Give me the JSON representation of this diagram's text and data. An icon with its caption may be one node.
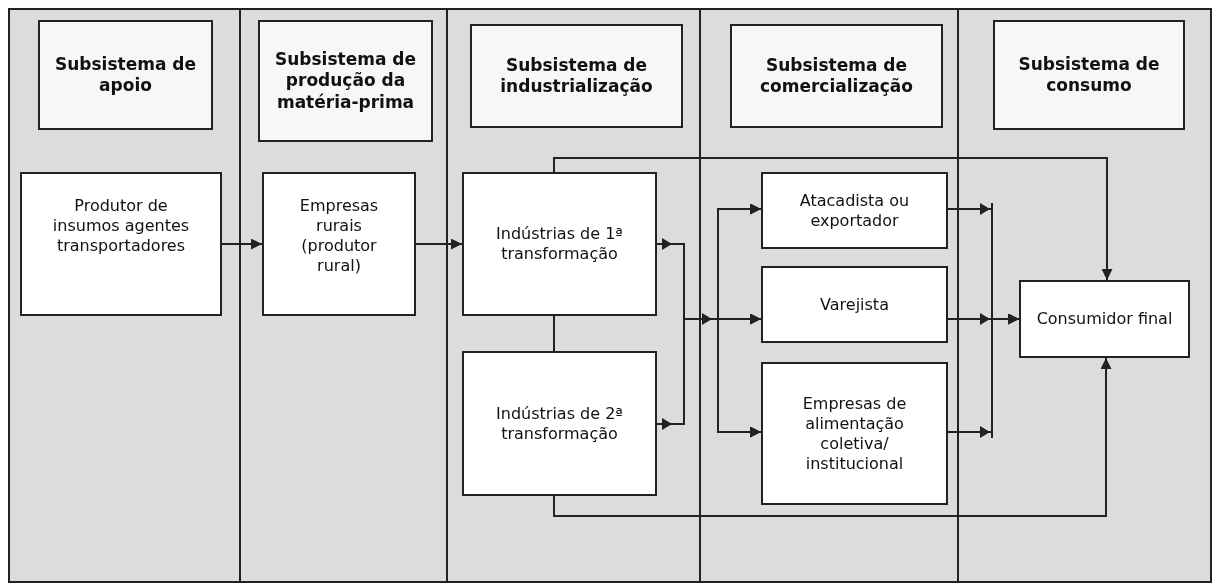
{
  "diagram": {
    "nodes": [
      {
        "text": [
          "Subsistema de apoio"
        ]
      },
      {
        "text": [
          "Subsistema de produção da matéria-prima"
        ]
      },
      {
        "text": [
          "Subsistema de industrialização"
        ]
      },
      {
        "text": [
          "Subsistema de comercialização"
        ]
      },
      {
        "text": [
          "Subsistema de consumo"
        ]
      },
      {
        "text": [
          "Produtor de insumos agentes transportadores"
        ]
      },
      {
        "text": [
          "Empresas rurais (produtor rural)"
        ]
      },
      {
        "text": [
          "Indústrias de 1ª transformação"
        ]
      },
      {
        "text": [
          "Indústrias de 2ª transformação"
        ]
      },
      {
        "text": [
          "Atacadista ou exportador"
        ]
      },
      {
        "text": [
          "Varejista"
        ]
      },
      {
        "text": [
          "Empresas de alimentação coletiva/ institucional"
        ]
      },
      {
        "text": [
          "Consumidor final"
        ]
      }
    ],
    "edges": [
      {
        "from": 5,
        "to": 6,
        "arrow": "to"
      },
      {
        "from": 6,
        "to": 7,
        "arrow": "to"
      },
      {
        "from": 7,
        "to": 8,
        "arrow": "none"
      },
      {
        "from": 7,
        "to": 9,
        "arrow": "to"
      },
      {
        "from": 7,
        "to": 10,
        "arrow": "to"
      },
      {
        "from": 7,
        "to": 11,
        "arrow": "to"
      },
      {
        "from": 8,
        "to": 9,
        "arrow": "to"
      },
      {
        "from": 8,
        "to": 10,
        "arrow": "to"
      },
      {
        "from": 8,
        "to": 11,
        "arrow": "to"
      },
      {
        "from": 9,
        "to": 12,
        "arrow": "to"
      },
      {
        "from": 10,
        "to": 12,
        "arrow": "to"
      },
      {
        "from": 11,
        "to": 12,
        "arrow": "to"
      },
      {
        "from": 7,
        "to": 12,
        "arrow": "to"
      },
      {
        "from": 8,
        "to": 12,
        "arrow": "to"
      }
    ]
  }
}
